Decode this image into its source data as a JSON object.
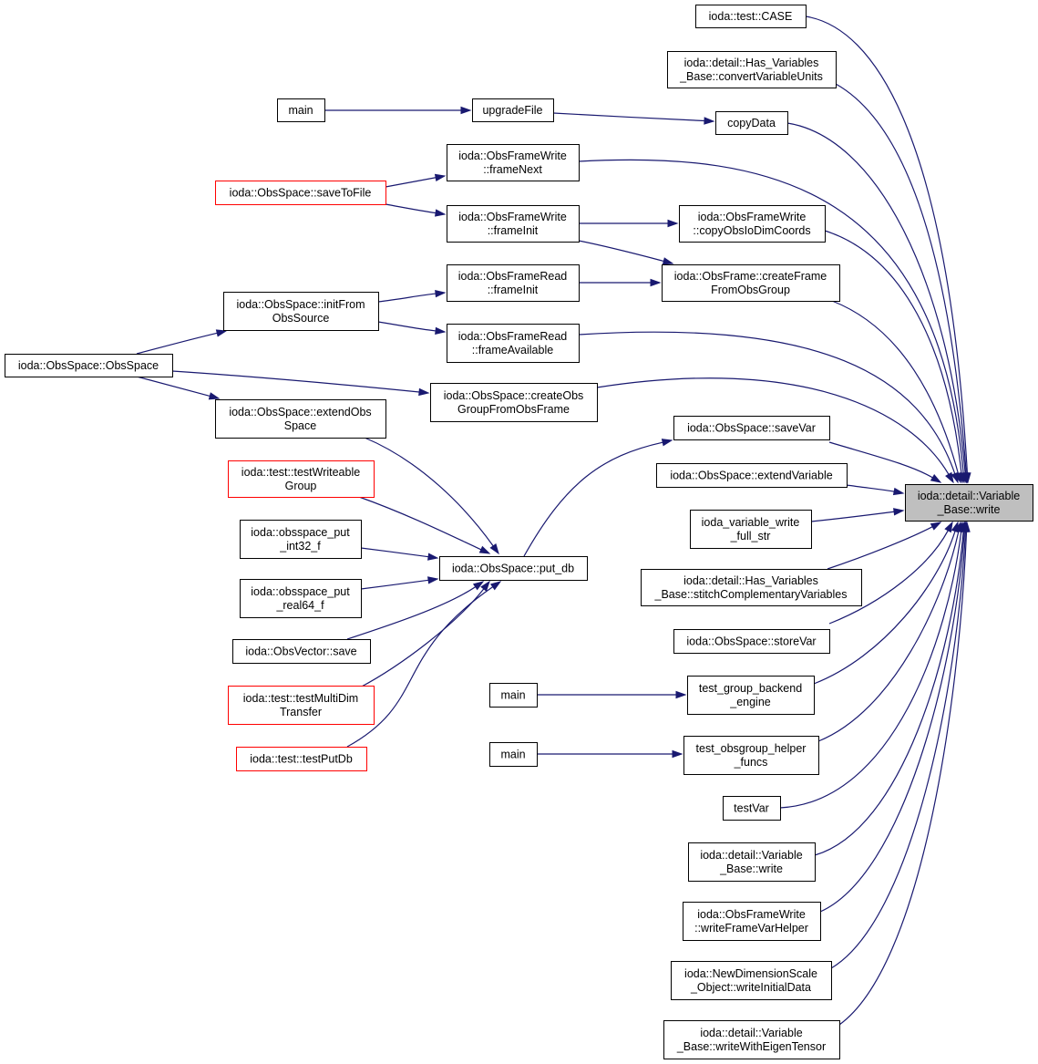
{
  "nodes": [
    {
      "id": "target",
      "lines": [
        "ioda::detail::Variable",
        "_Base::write"
      ],
      "style": "focus"
    },
    {
      "id": "n_case",
      "lines": [
        "ioda::test::CASE"
      ],
      "style": "normal"
    },
    {
      "id": "n_convert",
      "lines": [
        "ioda::detail::Has_Variables",
        "_Base::convertVariableUnits"
      ],
      "style": "normal"
    },
    {
      "id": "n_copydata",
      "lines": [
        "copyData"
      ],
      "style": "normal"
    },
    {
      "id": "n_upgrade",
      "lines": [
        "upgradeFile"
      ],
      "style": "normal"
    },
    {
      "id": "n_main1",
      "lines": [
        "main"
      ],
      "style": "normal"
    },
    {
      "id": "n_fwnext",
      "lines": [
        "ioda::ObsFrameWrite",
        "::frameNext"
      ],
      "style": "normal"
    },
    {
      "id": "n_savetofile",
      "lines": [
        "ioda::ObsSpace::saveToFile"
      ],
      "style": "truncated"
    },
    {
      "id": "n_fwinit",
      "lines": [
        "ioda::ObsFrameWrite",
        "::frameInit"
      ],
      "style": "normal"
    },
    {
      "id": "n_copyobs",
      "lines": [
        "ioda::ObsFrameWrite",
        "::copyObsIoDimCoords"
      ],
      "style": "normal"
    },
    {
      "id": "n_createframe",
      "lines": [
        "ioda::ObsFrame::createFrame",
        "FromObsGroup"
      ],
      "style": "normal"
    },
    {
      "id": "n_frinit",
      "lines": [
        "ioda::ObsFrameRead",
        "::frameInit"
      ],
      "style": "normal"
    },
    {
      "id": "n_initfrom",
      "lines": [
        "ioda::ObsSpace::initFrom",
        "ObsSource"
      ],
      "style": "normal"
    },
    {
      "id": "n_fravail",
      "lines": [
        "ioda::ObsFrameRead",
        "::frameAvailable"
      ],
      "style": "normal"
    },
    {
      "id": "n_obsspace",
      "lines": [
        "ioda::ObsSpace::ObsSpace"
      ],
      "style": "normal"
    },
    {
      "id": "n_createobs",
      "lines": [
        "ioda::ObsSpace::createObs",
        "GroupFromObsFrame"
      ],
      "style": "normal"
    },
    {
      "id": "n_extendobs",
      "lines": [
        "ioda::ObsSpace::extendObs",
        "Space"
      ],
      "style": "normal"
    },
    {
      "id": "n_savevar",
      "lines": [
        "ioda::ObsSpace::saveVar"
      ],
      "style": "normal"
    },
    {
      "id": "n_extendvar",
      "lines": [
        "ioda::ObsSpace::extendVariable"
      ],
      "style": "normal"
    },
    {
      "id": "n_testwrite",
      "lines": [
        "ioda::test::testWriteable",
        "Group"
      ],
      "style": "truncated"
    },
    {
      "id": "n_vwfull",
      "lines": [
        "ioda_variable_write",
        "_full_str"
      ],
      "style": "normal"
    },
    {
      "id": "n_int32",
      "lines": [
        "ioda::obsspace_put",
        "_int32_f"
      ],
      "style": "normal"
    },
    {
      "id": "n_putdb",
      "lines": [
        "ioda::ObsSpace::put_db"
      ],
      "style": "normal"
    },
    {
      "id": "n_stitch",
      "lines": [
        "ioda::detail::Has_Variables",
        "_Base::stitchComplementaryVariables"
      ],
      "style": "normal"
    },
    {
      "id": "n_real64",
      "lines": [
        "ioda::obsspace_put",
        "_real64_f"
      ],
      "style": "normal"
    },
    {
      "id": "n_storevar",
      "lines": [
        "ioda::ObsSpace::storeVar"
      ],
      "style": "normal"
    },
    {
      "id": "n_obsvecsave",
      "lines": [
        "ioda::ObsVector::save"
      ],
      "style": "normal"
    },
    {
      "id": "n_main2",
      "lines": [
        "main"
      ],
      "style": "normal"
    },
    {
      "id": "n_tgbe",
      "lines": [
        "test_group_backend",
        "_engine"
      ],
      "style": "normal"
    },
    {
      "id": "n_multidim",
      "lines": [
        "ioda::test::testMultiDim",
        "Transfer"
      ],
      "style": "truncated"
    },
    {
      "id": "n_main3",
      "lines": [
        "main"
      ],
      "style": "normal"
    },
    {
      "id": "n_tohf",
      "lines": [
        "test_obsgroup_helper",
        "_funcs"
      ],
      "style": "normal"
    },
    {
      "id": "n_putdbtest",
      "lines": [
        "ioda::test::testPutDb"
      ],
      "style": "truncated"
    },
    {
      "id": "n_testvar",
      "lines": [
        "testVar"
      ],
      "style": "normal"
    },
    {
      "id": "n_vbwrite2",
      "lines": [
        "ioda::detail::Variable",
        "_Base::write"
      ],
      "style": "normal"
    },
    {
      "id": "n_wfvh",
      "lines": [
        "ioda::ObsFrameWrite",
        "::writeFrameVarHelper"
      ],
      "style": "normal"
    },
    {
      "id": "n_nds",
      "lines": [
        "ioda::NewDimensionScale",
        "_Object::writeInitialData"
      ],
      "style": "normal"
    },
    {
      "id": "n_eigen",
      "lines": [
        "ioda::detail::Variable",
        "_Base::writeWithEigenTensor"
      ],
      "style": "normal"
    }
  ],
  "edges": [
    {
      "from": "n_case",
      "to": "target"
    },
    {
      "from": "n_convert",
      "to": "target"
    },
    {
      "from": "n_copydata",
      "to": "target"
    },
    {
      "from": "n_fwnext",
      "to": "target"
    },
    {
      "from": "n_copyobs",
      "to": "target"
    },
    {
      "from": "n_createframe",
      "to": "target"
    },
    {
      "from": "n_fravail",
      "to": "target"
    },
    {
      "from": "n_createobs",
      "to": "target"
    },
    {
      "from": "n_savevar",
      "to": "target"
    },
    {
      "from": "n_extendvar",
      "to": "target"
    },
    {
      "from": "n_vwfull",
      "to": "target"
    },
    {
      "from": "n_stitch",
      "to": "target"
    },
    {
      "from": "n_storevar",
      "to": "target"
    },
    {
      "from": "n_tgbe",
      "to": "target"
    },
    {
      "from": "n_tohf",
      "to": "target"
    },
    {
      "from": "n_testvar",
      "to": "target"
    },
    {
      "from": "n_vbwrite2",
      "to": "target"
    },
    {
      "from": "n_wfvh",
      "to": "target"
    },
    {
      "from": "n_nds",
      "to": "target"
    },
    {
      "from": "n_eigen",
      "to": "target"
    },
    {
      "from": "n_upgrade",
      "to": "n_copydata"
    },
    {
      "from": "n_main1",
      "to": "n_upgrade"
    },
    {
      "from": "n_savetofile",
      "to": "n_fwnext"
    },
    {
      "from": "n_savetofile",
      "to": "n_fwinit"
    },
    {
      "from": "n_fwinit",
      "to": "n_copyobs"
    },
    {
      "from": "n_fwinit",
      "to": "n_createframe"
    },
    {
      "from": "n_frinit",
      "to": "n_createframe"
    },
    {
      "from": "n_initfrom",
      "to": "n_frinit"
    },
    {
      "from": "n_initfrom",
      "to": "n_fravail"
    },
    {
      "from": "n_obsspace",
      "to": "n_initfrom"
    },
    {
      "from": "n_obsspace",
      "to": "n_createobs"
    },
    {
      "from": "n_obsspace",
      "to": "n_extendobs"
    },
    {
      "from": "n_putdb",
      "to": "n_savevar"
    },
    {
      "from": "n_extendobs",
      "to": "n_putdb"
    },
    {
      "from": "n_testwrite",
      "to": "n_putdb"
    },
    {
      "from": "n_int32",
      "to": "n_putdb"
    },
    {
      "from": "n_real64",
      "to": "n_putdb"
    },
    {
      "from": "n_obsvecsave",
      "to": "n_putdb"
    },
    {
      "from": "n_multidim",
      "to": "n_putdb"
    },
    {
      "from": "n_putdbtest",
      "to": "n_putdb"
    },
    {
      "from": "n_main2",
      "to": "n_tgbe"
    },
    {
      "from": "n_main3",
      "to": "n_tohf"
    }
  ],
  "colors": {
    "edge": "#191970",
    "node_border": "#000000",
    "truncated_border": "#ff0000",
    "focus_fill": "#bfbfbf",
    "node_fill": "#ffffff"
  }
}
